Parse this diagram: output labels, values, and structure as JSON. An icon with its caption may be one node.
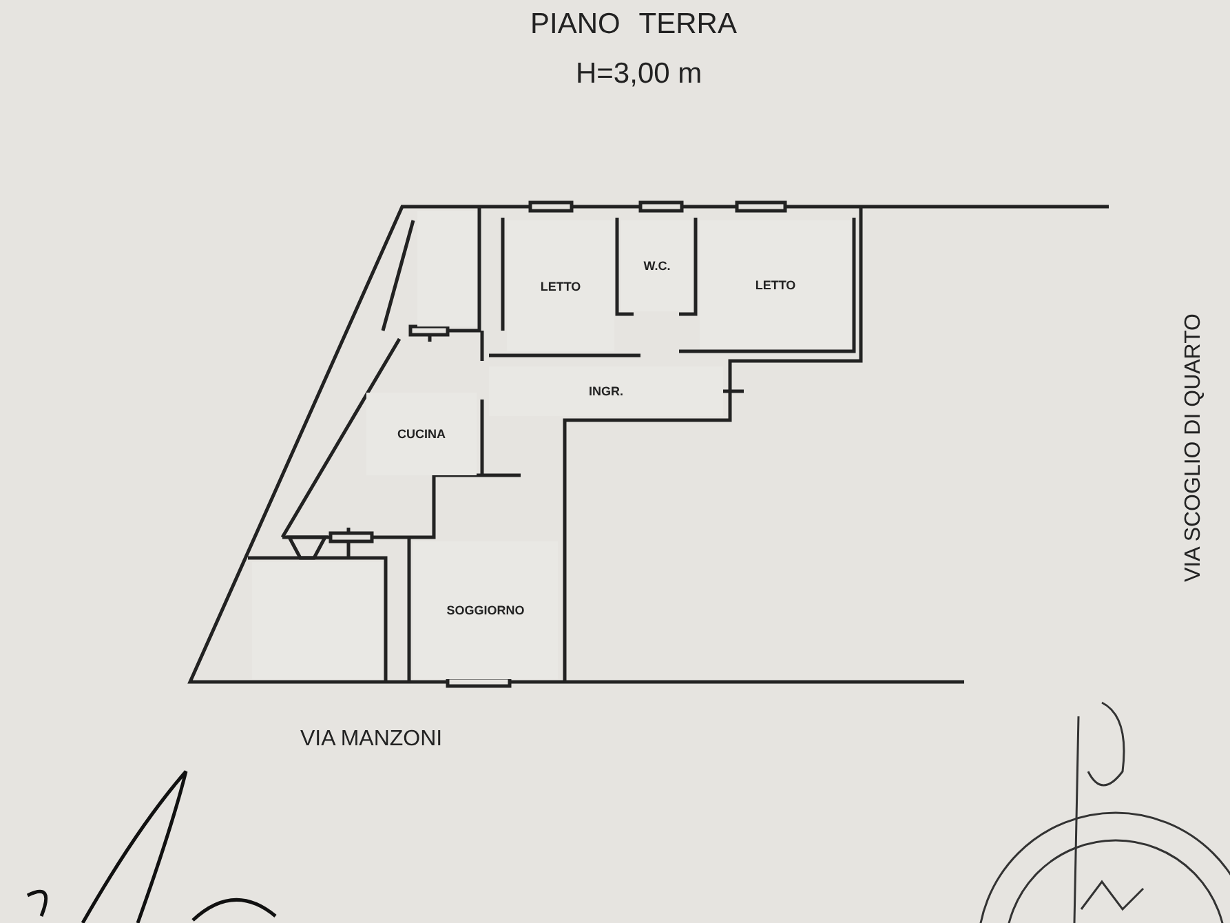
{
  "diagram": {
    "title": "PIANO TERRA",
    "nodes": [
      {
        "text": [],
        "shape": "box"
      },
      {
        "text": [
          "LETTO"
        ]
      },
      {
        "text": [
          "W.C."
        ]
      },
      {
        "text": [
          "LETTO"
        ]
      },
      {
        "text": [
          "INGR."
        ]
      },
      {
        "text": [
          "CUCINA"
        ]
      },
      {
        "text": [
          "SOGGIORNO"
        ]
      },
      {
        "text": [],
        "shape": "box"
      }
    ],
    "labels": [
      "H=3,00 m",
      "VIA MANZONI",
      "VIA SCOGLIO DI QUARTO"
    ]
  }
}
